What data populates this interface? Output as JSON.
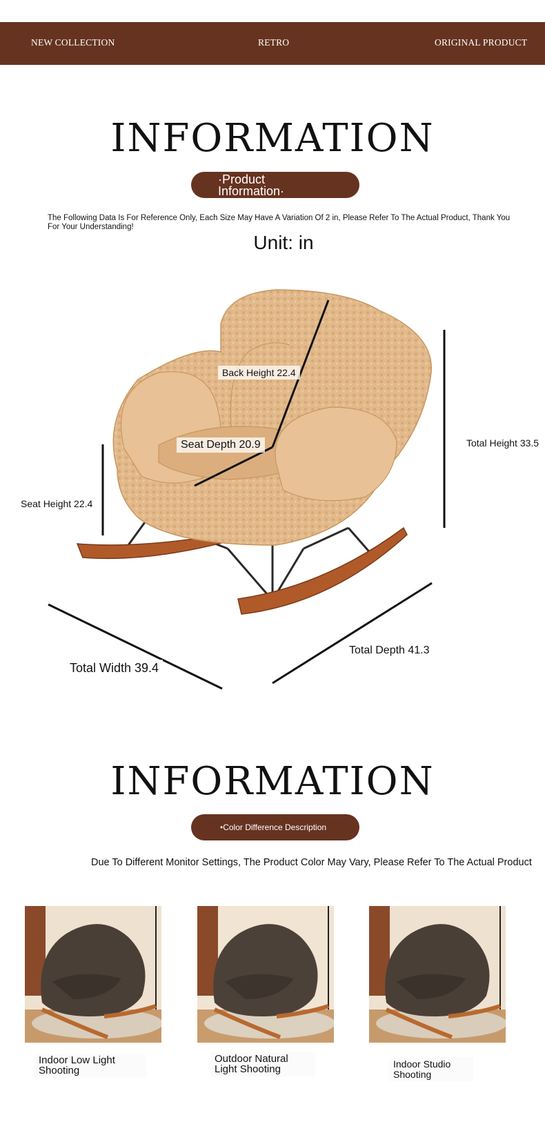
{
  "topbar": {
    "left": "NEW COLLECTION",
    "center": "RETRO",
    "right": "ORIGINAL PRODUCT",
    "color": "#663320"
  },
  "section1": {
    "heading": "INFORMATION",
    "pill_label": "·Product Information·",
    "note": "The Following Data Is For Reference Only, Each Size May Have A Variation Of 2 in, Please Refer To The Actual Product, Thank You For Your Understanding!",
    "unit": "Unit: in",
    "dimensions": {
      "back_height": "Back Height 22.4",
      "seat_depth": "Seat Depth 20.9",
      "total_height": "Total Height 33.5",
      "seat_height": "Seat Height 22.4",
      "total_depth": "Total Depth 41.3",
      "total_width": "Total Width 39.4"
    }
  },
  "section2": {
    "heading": "INFORMATION",
    "pill_label": "•Color Difference Description",
    "note": "Due To Different Monitor Settings, The Product Color May Vary, Please Refer To The Actual Product",
    "photos": [
      {
        "caption": "Indoor Low Light Shooting"
      },
      {
        "caption": "Outdoor Natural Light Shooting"
      },
      {
        "caption": "Indoor Studio Shooting"
      }
    ]
  }
}
